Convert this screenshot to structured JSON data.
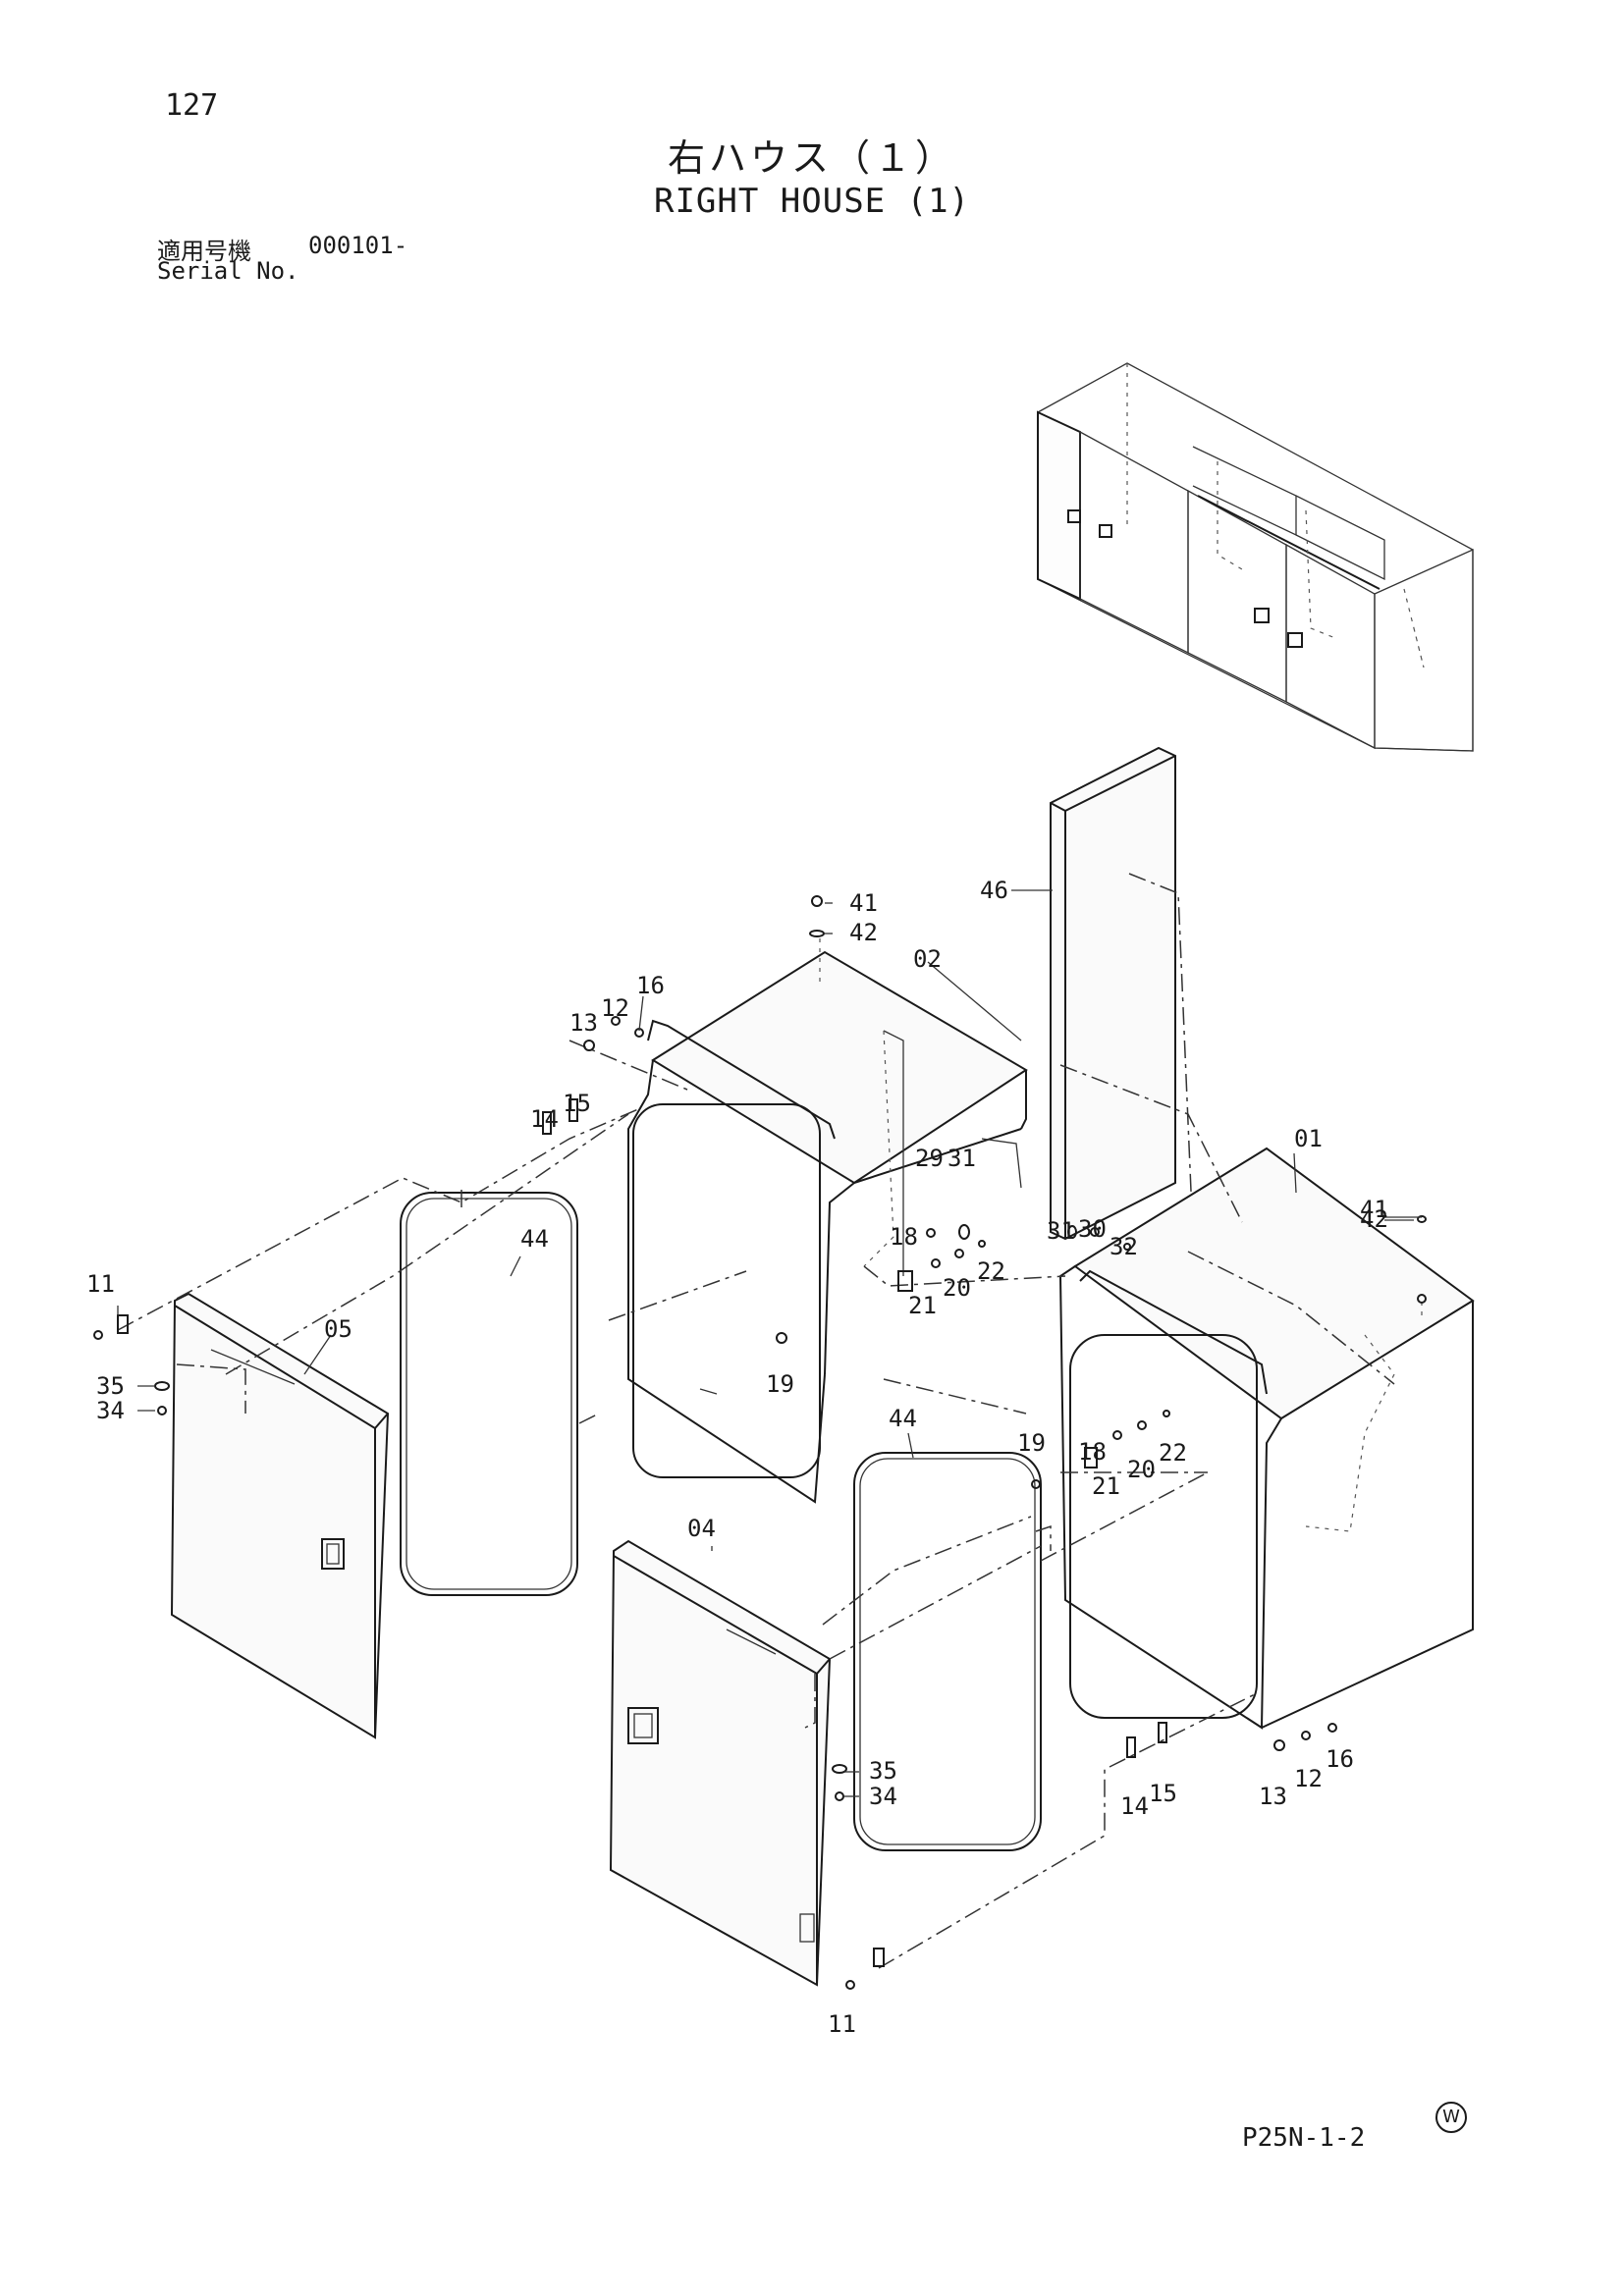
{
  "header": {
    "page_number": "127",
    "title_jp": "右ハウス（１）",
    "title_en": "RIGHT HOUSE (1)",
    "serial_label_jp": "適用号機",
    "serial_value": "000101-",
    "serial_label_en": "Serial No."
  },
  "footer": {
    "page_code": "P25N-1-2",
    "mark": "W"
  },
  "part_labels": {
    "p01": "01",
    "p02": "02",
    "p04": "04",
    "p05": "05",
    "p11a": "11",
    "p11b": "11",
    "p12a": "12",
    "p12b": "12",
    "p13a": "13",
    "p13b": "13",
    "p14a": "14",
    "p14b": "14",
    "p15a": "15",
    "p15b": "15",
    "p16a": "16",
    "p16b": "16",
    "p18a": "18",
    "p18b": "18",
    "p19a": "19",
    "p19b": "19",
    "p20a": "20",
    "p20b": "20",
    "p21a": "21",
    "p21b": "21",
    "p22a": "22",
    "p22b": "22",
    "p29": "29",
    "p30": "30",
    "p31a": "31",
    "p31b": "31",
    "p32": "32",
    "p34a": "34",
    "p34b": "34",
    "p35a": "35",
    "p35b": "35",
    "p41a": "41",
    "p41b": "41",
    "p42a": "42",
    "p42b": "42",
    "p44a": "44",
    "p44b": "44",
    "p46": "46"
  }
}
